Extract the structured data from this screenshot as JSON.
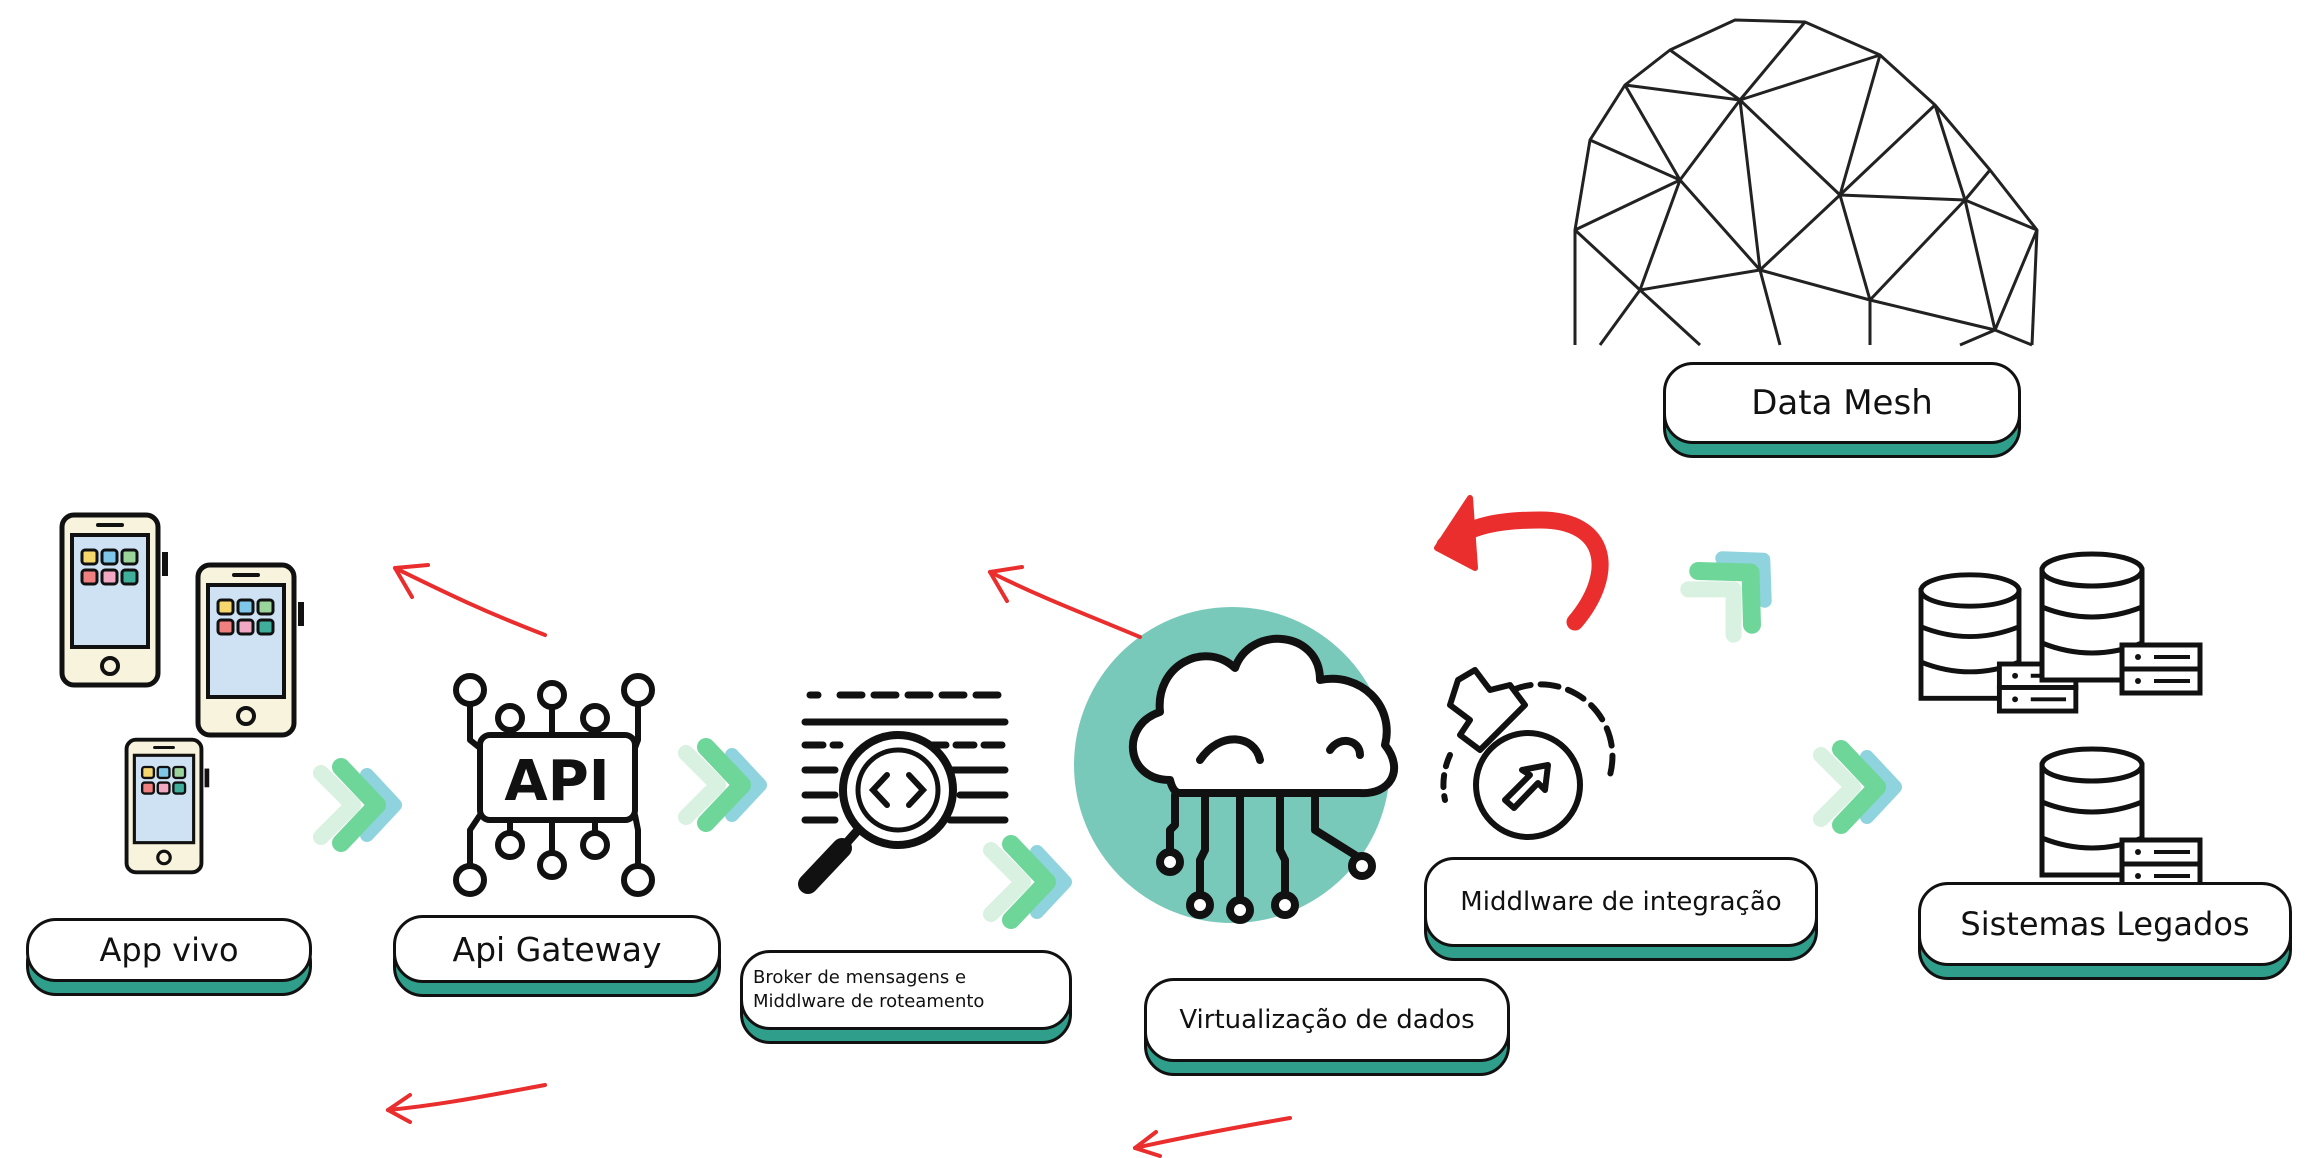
{
  "colors": {
    "teal": "#79c9bb",
    "teal_dark": "#2f9e8a",
    "green_arrow": "#6fd69a",
    "blue_arrow": "#8fd3de",
    "red_arrow": "#ea2d2d",
    "ink": "#111111"
  },
  "nodes": {
    "app": {
      "label": "App vivo",
      "icon": "smartphones-icon"
    },
    "gateway": {
      "label": "Api Gateway",
      "icon": "api-chip-icon",
      "icon_text": "API"
    },
    "broker": {
      "label_line1": "Broker de mensagens e",
      "label_line2": "Middlware de roteamento",
      "icon": "code-search-icon"
    },
    "virtualization": {
      "label": "Virtualização de dados",
      "icon": "cloud-network-icon"
    },
    "integration": {
      "label": "Middlware de integração",
      "icon": "integration-gear-icon"
    },
    "legacy": {
      "label": "Sistemas Legados",
      "icon": "database-servers-icon"
    },
    "datamesh": {
      "label": "Data Mesh",
      "icon": "geodesic-sphere-icon"
    }
  }
}
